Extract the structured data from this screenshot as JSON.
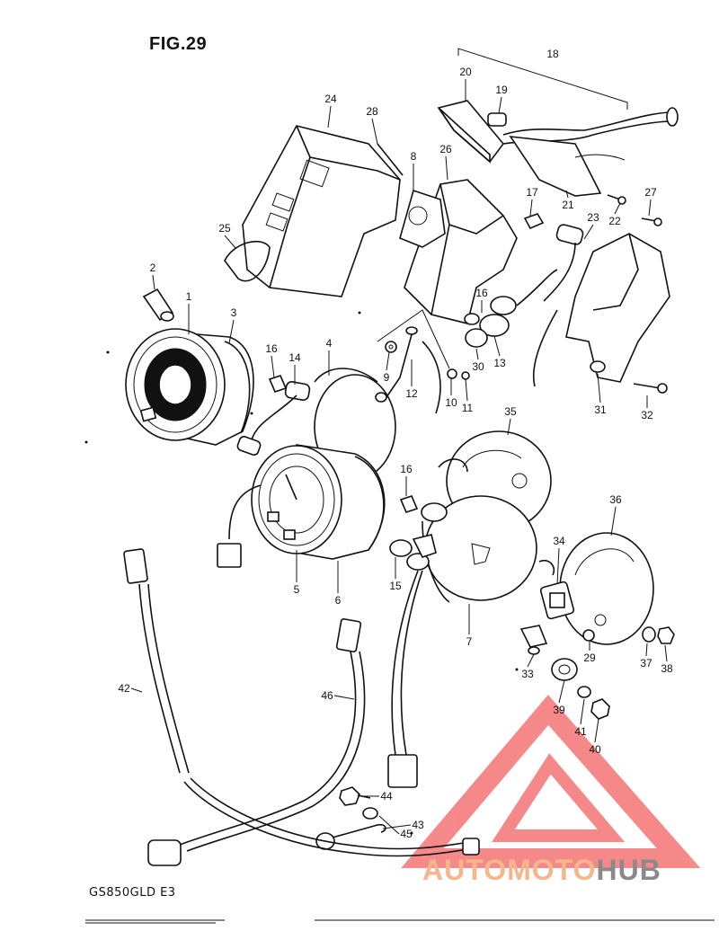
{
  "figure": {
    "title": "FIG.29",
    "model": "GS850GLD E3"
  },
  "watermark": {
    "brand_a": "AUTOMOTO",
    "brand_b": "HUB",
    "color_a": "#f6b68c",
    "color_b": "#8a8a8a",
    "triangle_color": "#ee2a2a"
  },
  "callouts": [
    {
      "n": "1"
    },
    {
      "n": "2"
    },
    {
      "n": "3"
    },
    {
      "n": "4"
    },
    {
      "n": "5"
    },
    {
      "n": "6"
    },
    {
      "n": "7"
    },
    {
      "n": "8"
    },
    {
      "n": "9"
    },
    {
      "n": "10"
    },
    {
      "n": "11"
    },
    {
      "n": "12"
    },
    {
      "n": "13"
    },
    {
      "n": "14"
    },
    {
      "n": "15"
    },
    {
      "n": "16"
    },
    {
      "n": "16"
    },
    {
      "n": "16"
    },
    {
      "n": "17"
    },
    {
      "n": "18"
    },
    {
      "n": "19"
    },
    {
      "n": "20"
    },
    {
      "n": "21"
    },
    {
      "n": "22"
    },
    {
      "n": "23"
    },
    {
      "n": "24"
    },
    {
      "n": "25"
    },
    {
      "n": "26"
    },
    {
      "n": "27"
    },
    {
      "n": "28"
    },
    {
      "n": "29"
    },
    {
      "n": "30"
    },
    {
      "n": "31"
    },
    {
      "n": "32"
    },
    {
      "n": "33"
    },
    {
      "n": "34"
    },
    {
      "n": "35"
    },
    {
      "n": "36"
    },
    {
      "n": "37"
    },
    {
      "n": "38"
    },
    {
      "n": "39"
    },
    {
      "n": "40"
    },
    {
      "n": "41"
    },
    {
      "n": "42"
    },
    {
      "n": "43"
    },
    {
      "n": "44"
    },
    {
      "n": "45"
    },
    {
      "n": "46"
    }
  ]
}
